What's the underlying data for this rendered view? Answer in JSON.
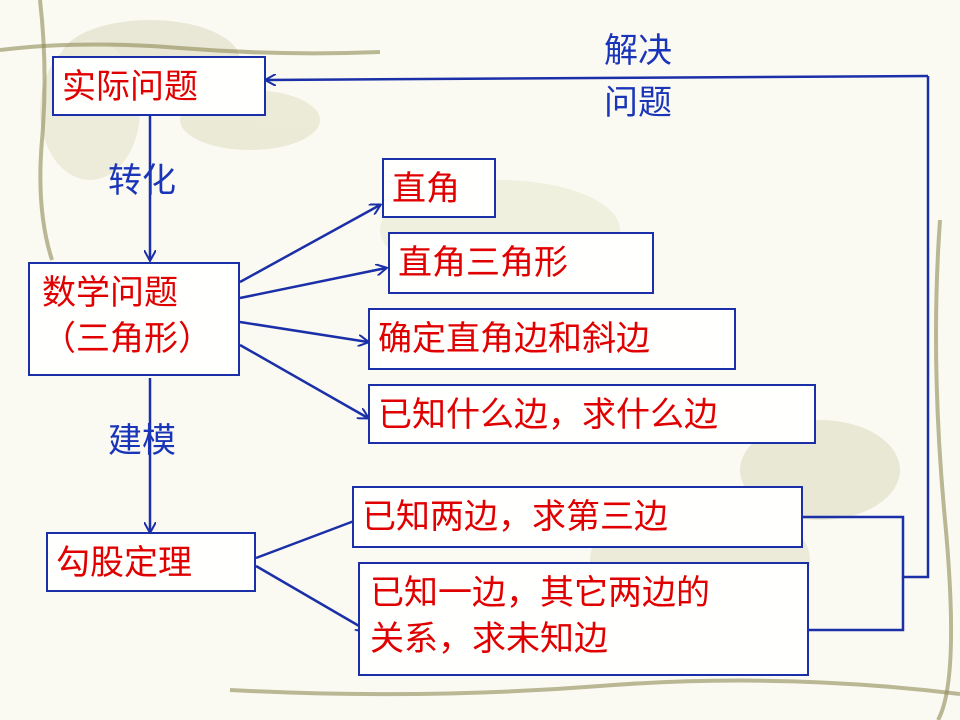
{
  "nodes": {
    "practical": "实际问题",
    "math_line1": "数学问题",
    "math_line2": "（三角形）",
    "pythag": "勾股定理",
    "right_angle": "直角",
    "right_triangle": "直角三角形",
    "legs_hyp": "确定直角边和斜边",
    "known_find": "已知什么边，求什么边",
    "two_sides": "已知两边，求第三边",
    "one_side_l1": "已知一边，其它两边的",
    "one_side_l2": "关系，求未知边"
  },
  "labels": {
    "convert": "转化",
    "model": "建模",
    "solve_l1": "解决",
    "solve_l2": "问题"
  },
  "colors": {
    "node_text": "#e00000",
    "line": "#1a2fa8",
    "label": "#1a35b8"
  }
}
